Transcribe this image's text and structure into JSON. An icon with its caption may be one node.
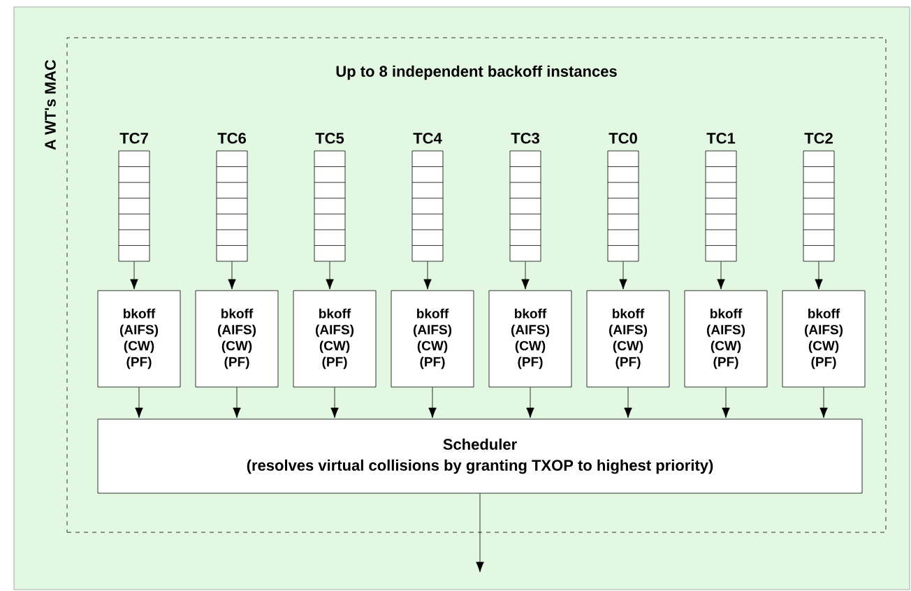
{
  "diagram": {
    "nodes": [
      {
        "text": [
          "A WT's MAC",
          "Up to 8 independent backoff instances"
        ]
      },
      {
        "text": [
          "TC7"
        ],
        "in": 0
      },
      {
        "text": [
          "TC6"
        ],
        "in": 0
      },
      {
        "text": [
          "TC5"
        ],
        "in": 0
      },
      {
        "text": [
          "TC4"
        ],
        "in": 0
      },
      {
        "text": [
          "TC3"
        ],
        "in": 0
      },
      {
        "text": [
          "TC0"
        ],
        "in": 0
      },
      {
        "text": [
          "TC1"
        ],
        "in": 0
      },
      {
        "text": [
          "TC2"
        ],
        "in": 0
      },
      {
        "text": [
          "bkoff (AIFS) (CW) (PF)"
        ],
        "in": 0
      },
      {
        "text": [
          "bkoff (AIFS) (CW) (PF)"
        ],
        "in": 0
      },
      {
        "text": [
          "bkoff (AIFS) (CW) (PF)"
        ],
        "in": 0
      },
      {
        "text": [
          "bkoff (AIFS) (CW) (PF)"
        ],
        "in": 0
      },
      {
        "text": [
          "bkoff (AIFS) (CW) (PF)"
        ],
        "in": 0
      },
      {
        "text": [
          "bkoff (AIFS) (CW) (PF)"
        ],
        "in": 0
      },
      {
        "text": [
          "bkoff (AIFS) (CW) (PF)"
        ],
        "in": 0
      },
      {
        "text": [
          "bkoff (AIFS) (CW) (PF)"
        ],
        "in": 0
      },
      {
        "text": [
          "Scheduler",
          "(resolves virtual collisions by granting TXOP to highest priority)"
        ],
        "in": 0
      }
    ],
    "edges": [
      {
        "from": 1,
        "to": 9,
        "arrow": "to"
      },
      {
        "from": 2,
        "to": 10,
        "arrow": "to"
      },
      {
        "from": 3,
        "to": 11,
        "arrow": "to"
      },
      {
        "from": 4,
        "to": 12,
        "arrow": "to"
      },
      {
        "from": 5,
        "to": 13,
        "arrow": "to"
      },
      {
        "from": 6,
        "to": 14,
        "arrow": "to"
      },
      {
        "from": 7,
        "to": 15,
        "arrow": "to"
      },
      {
        "from": 8,
        "to": 16,
        "arrow": "to"
      },
      {
        "from": 9,
        "to": 17,
        "arrow": "to"
      },
      {
        "from": 10,
        "to": 17,
        "arrow": "to"
      },
      {
        "from": 11,
        "to": 17,
        "arrow": "to"
      },
      {
        "from": 12,
        "to": 17,
        "arrow": "to"
      },
      {
        "from": 13,
        "to": 17,
        "arrow": "to"
      },
      {
        "from": 14,
        "to": 17,
        "arrow": "to"
      },
      {
        "from": 15,
        "to": 17,
        "arrow": "to"
      },
      {
        "from": 16,
        "to": 17,
        "arrow": "to"
      },
      {
        "from": 17,
        "to": null,
        "arrow": "to"
      }
    ]
  }
}
